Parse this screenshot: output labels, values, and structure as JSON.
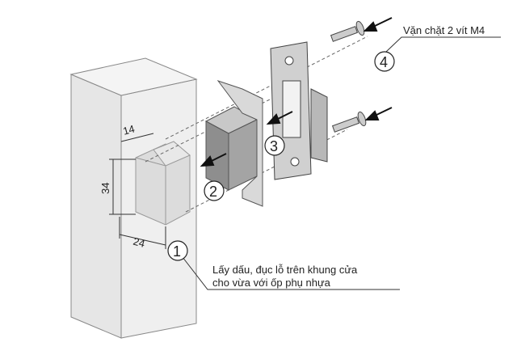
{
  "diagram": {
    "dimensions": {
      "depth": "14",
      "height": "34",
      "width": "24"
    },
    "steps": [
      {
        "number": "1",
        "text_line1": "Lấy dấu, đục lỗ trên khung cửa",
        "text_line2": "cho vừa với ốp phụ nhựa"
      },
      {
        "number": "2"
      },
      {
        "number": "3"
      },
      {
        "number": "4",
        "text_line1": "Vặn chặt 2 vít M4"
      }
    ],
    "colors": {
      "frame": "#ececec",
      "box": "#9a9a9a",
      "plate": "#d6d6d6",
      "line": "#333333"
    }
  }
}
